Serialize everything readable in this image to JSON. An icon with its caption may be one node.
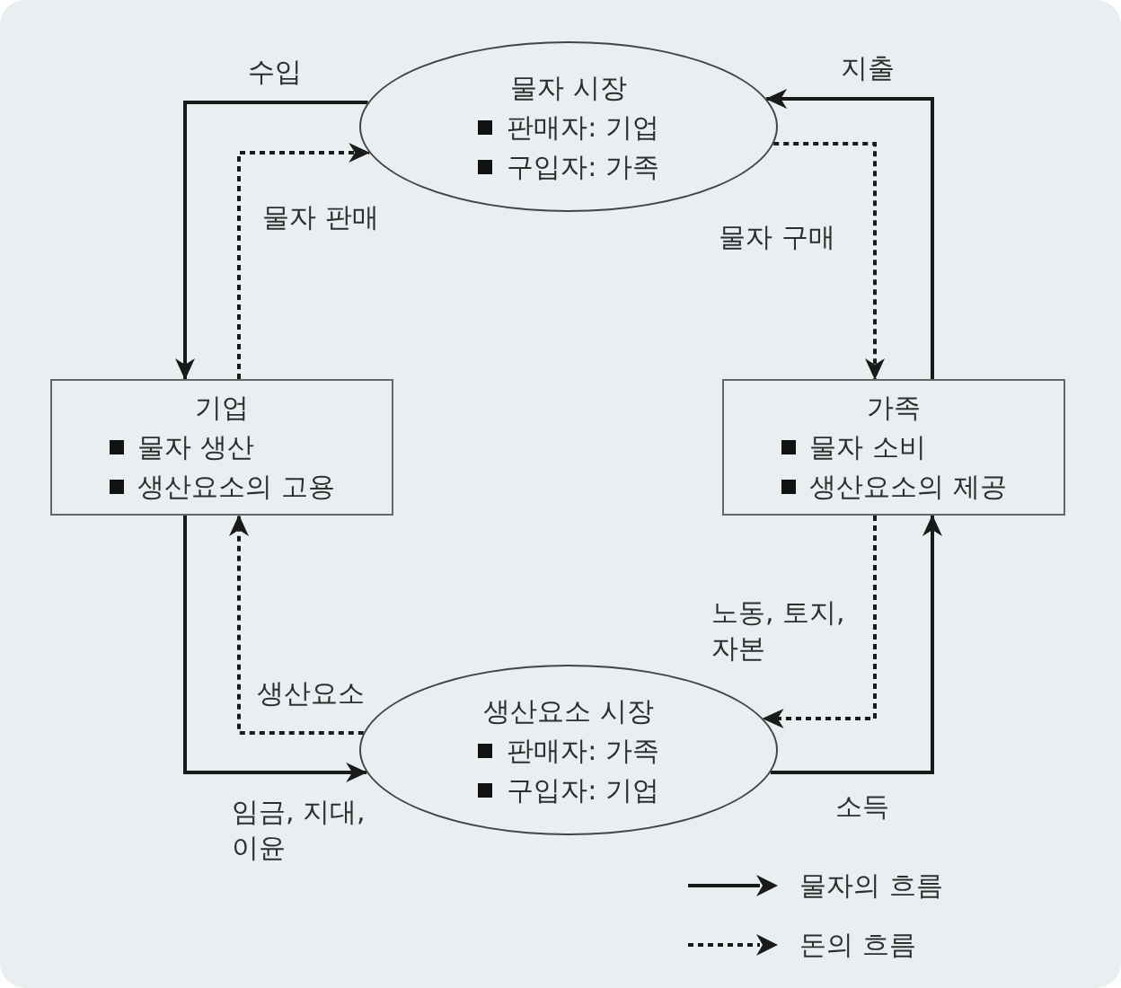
{
  "diagram": {
    "nodes": [
      {
        "text": [
          "물자 시장",
          "판매자: 기업",
          "구입자: 가족"
        ]
      },
      {
        "text": [
          "기업",
          "물자 생산",
          "생산요소의 고용"
        ]
      },
      {
        "text": [
          "가족",
          "물자 소비",
          "생산요소의 제공"
        ]
      },
      {
        "text": [
          "생산요소 시장",
          "판매자: 가족",
          "구입자: 기업"
        ]
      }
    ],
    "edges": [
      {
        "from": 0,
        "to": 1,
        "arrow": "to",
        "label": "수입"
      },
      {
        "from": 2,
        "to": 0,
        "arrow": "to",
        "label": "지출"
      },
      {
        "from": 1,
        "to": 3,
        "arrow": "to",
        "label": "임금, 지대, 이윤"
      },
      {
        "from": 3,
        "to": 2,
        "arrow": "to",
        "label": "소득"
      },
      {
        "from": 1,
        "to": 0,
        "arrow": "to",
        "label": "물자 판매",
        "style": "dashed"
      },
      {
        "from": 0,
        "to": 2,
        "arrow": "to",
        "label": "물자 구매",
        "style": "dashed"
      },
      {
        "from": 2,
        "to": 3,
        "arrow": "to",
        "label": "노동, 토지, 자본",
        "style": "dashed"
      },
      {
        "from": 3,
        "to": 1,
        "arrow": "to",
        "label": "생산요소",
        "style": "dashed"
      }
    ],
    "legend": [
      {
        "text": "물자의 흐름"
      },
      {
        "text": "돈의 흐름"
      }
    ]
  }
}
